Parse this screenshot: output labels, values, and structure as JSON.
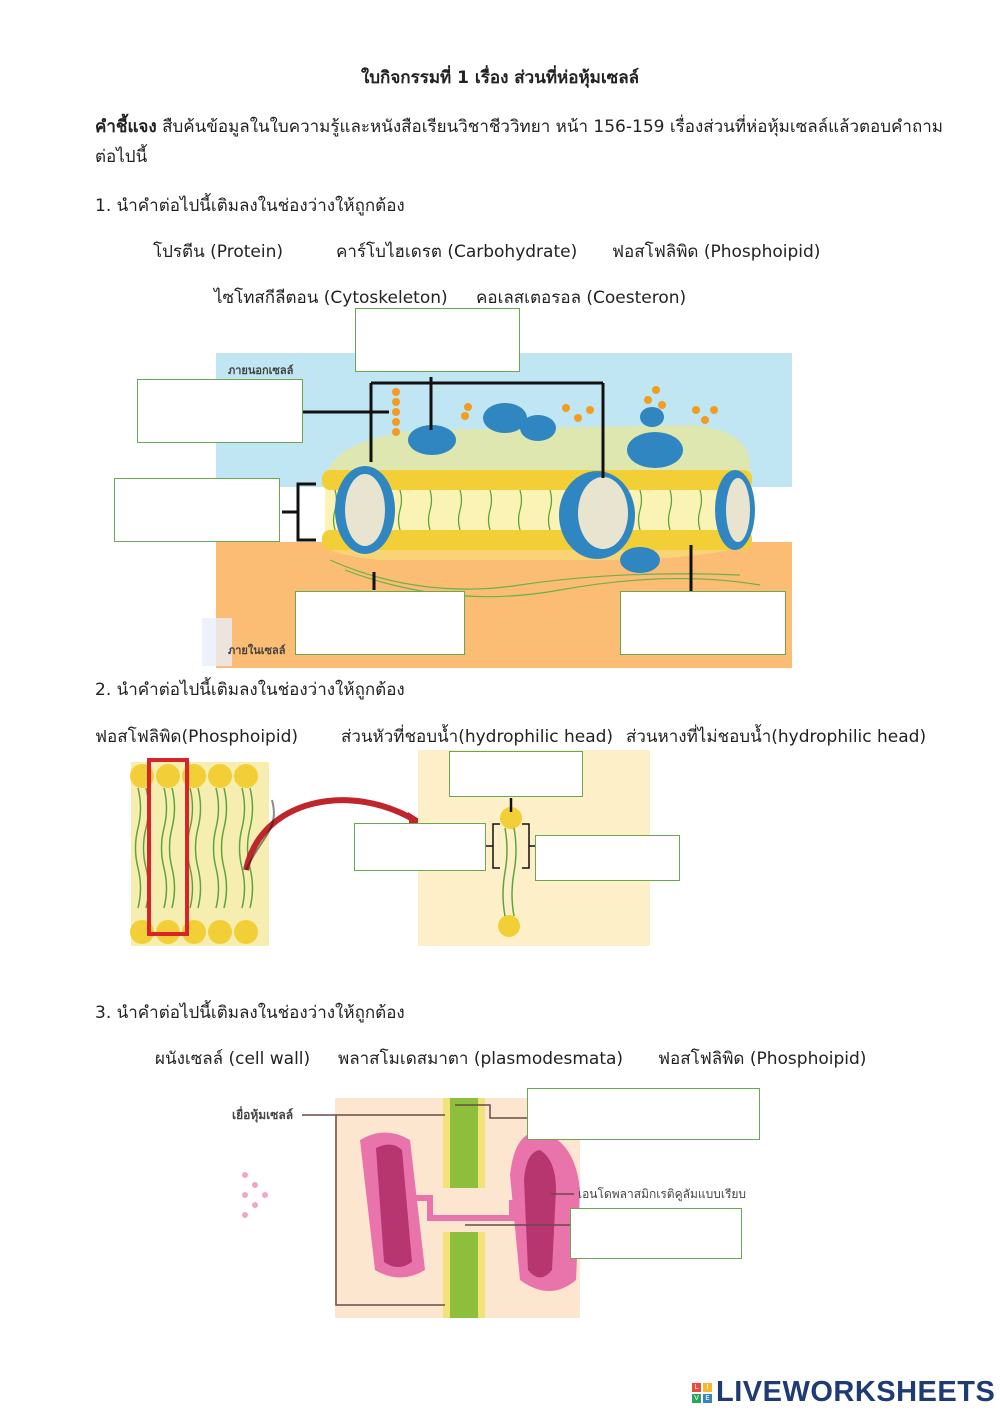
{
  "title": "ใบกิจกรรมที่ 1 เรื่อง ส่วนที่ห่อหุ้มเซลล์",
  "instruction": {
    "label": "คำชี้แจง",
    "line1": "สืบค้นข้อมูลในใบความรู้และหนังสือเรียนวิชาชีววิทยา หน้า 156-159 เรื่องส่วนที่ห่อหุ้มเซลล์แล้วตอบคำถาม",
    "line2": "ต่อไปนี้"
  },
  "q1": {
    "prompt": "1. นำคำต่อไปนี้เติมลงในช่องว่างให้ถูกต้อง",
    "words": [
      "โปรตีน (Protein)",
      "คาร์โบไฮเดรต (Carbohydrate)",
      "ฟอสโฟลิพิด (Phosphoipid)",
      "ไซโทสกีลีตอน (Cytoskeleton)",
      "คอเลสเตอรอล (Coesteron)"
    ],
    "outside_label": "ภายนอกเซลล์",
    "inside_label": "ภายในเซลล์"
  },
  "q2": {
    "prompt": "2. นำคำต่อไปนี้เติมลงในช่องว่างให้ถูกต้อง",
    "words": [
      "ฟอสโฟลิพิด(Phosphoipid)",
      "ส่วนหัวที่ชอบน้ำ(hydrophilic head)",
      "ส่วนหางที่ไม่ชอบน้ำ(hydrophilic head)"
    ]
  },
  "q3": {
    "prompt": "3. นำคำต่อไปนี้เติมลงในช่องว่างให้ถูกต้อง",
    "words": [
      "ผนังเซลล์ (cell wall)",
      "พลาสโมเดสมาตา (plasmodesmata)",
      "ฟอสโฟลิพิด (Phosphoipid)"
    ],
    "membrane_label": "เยื่อหุ้มเซลล์",
    "er_label": "เอนโดพลาสมิกเรติคูลัมแบบเรียบ"
  },
  "footer": {
    "logo_text": "LIVEWORKSHEETS",
    "logo_mark": "LIVE"
  },
  "colors": {
    "answer_border": "#6aa84f",
    "outside_bg": "#bfe6f2",
    "inside_bg": "#fbbd73",
    "logo": "#1f3b73"
  }
}
